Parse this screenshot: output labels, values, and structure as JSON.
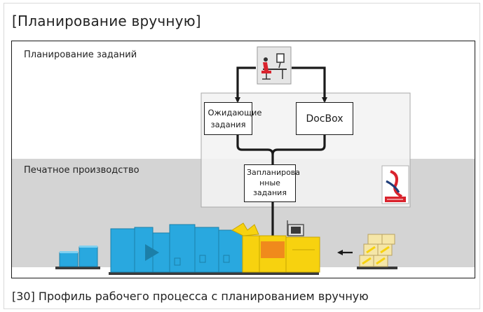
{
  "title": "[Планирование вручную]",
  "zones": {
    "planning_label": "Планирование заданий",
    "production_label": "Печатное производство"
  },
  "boxes": {
    "waiting_jobs": "Ожидающие задания",
    "docbox": "DocBox",
    "scheduled_jobs": "Запланирова нные задания"
  },
  "caption": "[30] Профиль рабочего процесса с планированием вручную",
  "colors": {
    "production_band": "#d4d4d4",
    "panel": "#f2f2f2",
    "printer_blue": "#29a8df",
    "printer_yellow": "#f7d20f",
    "printer_orange": "#f08a1c"
  }
}
